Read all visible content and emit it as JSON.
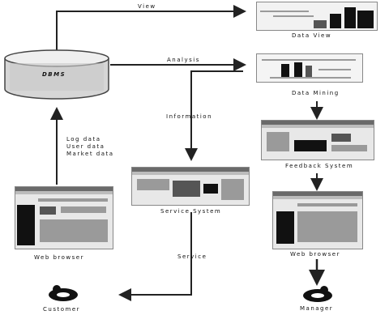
{
  "nodes": {
    "dbms": "DBMS",
    "data_view": "Data View",
    "data_mining": "Data Mining",
    "feedback_system": "Feedback System",
    "service_system": "Service System",
    "web_browser_left": "Web browser",
    "web_browser_right": "Web browser",
    "customer": "Customer",
    "manager": "Manager"
  },
  "edges": {
    "view": "View",
    "analysis": "Analysis",
    "information": "Information",
    "service": "Service",
    "log_data": "Log data",
    "user_data": "User data",
    "market_data": "Market data"
  },
  "icons": {
    "database": "cylinder-icon",
    "person": "person-icon"
  }
}
